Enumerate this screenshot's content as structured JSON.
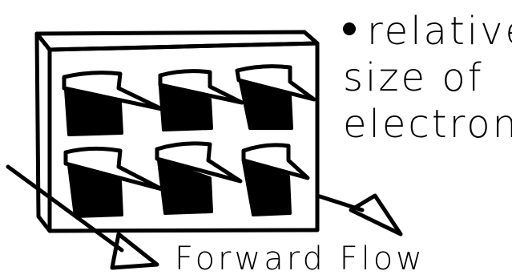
{
  "note": {
    "line1": "relative",
    "line2": "size of",
    "line3": "electron"
  },
  "flow_label": "Forward Flow",
  "colors": {
    "ink": "#000000",
    "paper": "#ffffff"
  },
  "cells": [
    {
      "row": 1,
      "col": 1
    },
    {
      "row": 1,
      "col": 2
    },
    {
      "row": 1,
      "col": 3
    },
    {
      "row": 2,
      "col": 1
    },
    {
      "row": 2,
      "col": 2
    },
    {
      "row": 2,
      "col": 3
    }
  ]
}
